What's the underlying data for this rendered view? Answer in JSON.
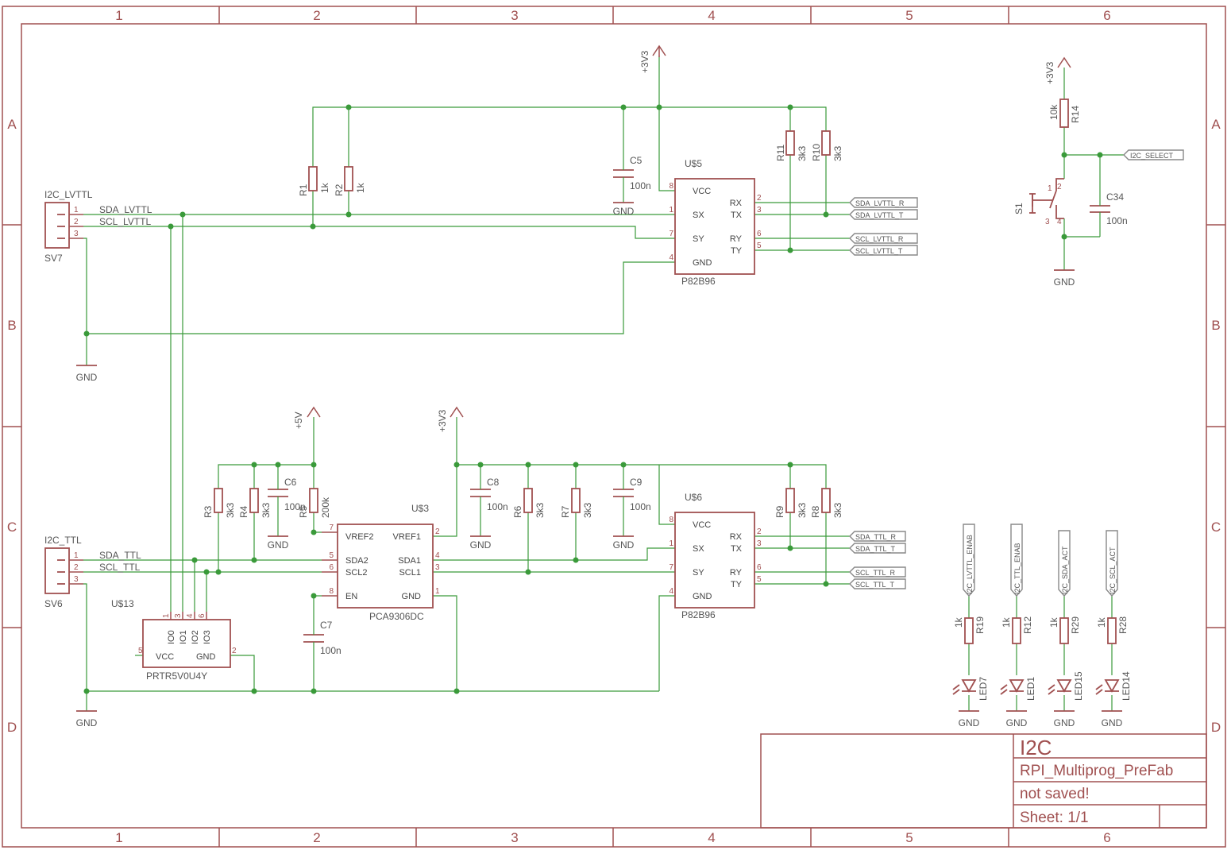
{
  "frame": {
    "cols": [
      "1",
      "2",
      "3",
      "4",
      "5",
      "6"
    ],
    "rows": [
      "A",
      "B",
      "C",
      "D"
    ]
  },
  "title_block": {
    "title": "I2C",
    "project": "RPI_Multiprog_PreFab",
    "status": "not saved!",
    "sheet": "Sheet: 1/1"
  },
  "power": {
    "p3v3": "+3V3",
    "p5v": "+5V",
    "gnd": "GND"
  },
  "connectors": {
    "sv7": {
      "header": "I2C_LVTTL",
      "name": "SV7",
      "pins": [
        "1",
        "2",
        "3"
      ],
      "nets": [
        "SDA_LVTTL",
        "SCL_LVTTL"
      ]
    },
    "sv6": {
      "header": "I2C_TTL",
      "name": "SV6",
      "pins": [
        "1",
        "2",
        "3"
      ],
      "nets": [
        "SDA_TTL",
        "SCL_TTL"
      ]
    }
  },
  "ics": {
    "u5": {
      "name": "U$5",
      "part": "P82B96",
      "left_pins": [
        {
          "n": "8",
          "t": "VCC"
        },
        {
          "n": "1",
          "t": "SX"
        },
        {
          "n": "7",
          "t": "SY"
        },
        {
          "n": "4",
          "t": "GND"
        }
      ],
      "right_pins": [
        {
          "n": "2",
          "t": "RX"
        },
        {
          "n": "3",
          "t": "TX"
        },
        {
          "n": "6",
          "t": "RY"
        },
        {
          "n": "5",
          "t": "TY"
        }
      ]
    },
    "u6": {
      "name": "U$6",
      "part": "P82B96",
      "left_pins": [
        {
          "n": "8",
          "t": "VCC"
        },
        {
          "n": "1",
          "t": "SX"
        },
        {
          "n": "7",
          "t": "SY"
        },
        {
          "n": "4",
          "t": "GND"
        }
      ],
      "right_pins": [
        {
          "n": "2",
          "t": "RX"
        },
        {
          "n": "3",
          "t": "TX"
        },
        {
          "n": "6",
          "t": "RY"
        },
        {
          "n": "5",
          "t": "TY"
        }
      ]
    },
    "u3": {
      "name": "U$3",
      "part": "PCA9306DC",
      "left_pins": [
        {
          "n": "7",
          "t": "VREF2"
        },
        {
          "n": "5",
          "t": "SDA2"
        },
        {
          "n": "6",
          "t": "SCL2"
        },
        {
          "n": "8",
          "t": "EN"
        }
      ],
      "right_pins": [
        {
          "n": "2",
          "t": "VREF1"
        },
        {
          "n": "4",
          "t": "SDA1"
        },
        {
          "n": "3",
          "t": "SCL1"
        },
        {
          "n": "1",
          "t": "GND"
        }
      ]
    },
    "u13": {
      "name": "U$13",
      "part": "PRTR5V0U4Y",
      "top_pins": [
        {
          "n": "1",
          "t": "IO0"
        },
        {
          "n": "3",
          "t": "IO1"
        },
        {
          "n": "4",
          "t": "IO2"
        },
        {
          "n": "6",
          "t": "IO3"
        }
      ],
      "side": {
        "vcc": "VCC",
        "gnd": "GND",
        "vcc_n": "5",
        "gnd_n": "2"
      }
    }
  },
  "resistors": {
    "r1": {
      "name": "R1",
      "value": "1k"
    },
    "r2": {
      "name": "R2",
      "value": "1k"
    },
    "r11": {
      "name": "R11",
      "value": "3k3"
    },
    "r10": {
      "name": "R10",
      "value": "3k3"
    },
    "r3": {
      "name": "R3",
      "value": "3k3"
    },
    "r4": {
      "name": "R4",
      "value": "3k3"
    },
    "r5": {
      "name": "R5",
      "value": "200k"
    },
    "r6": {
      "name": "R6",
      "value": "3k3"
    },
    "r7": {
      "name": "R7",
      "value": "3k3"
    },
    "r9": {
      "name": "R9",
      "value": "3k3"
    },
    "r8": {
      "name": "R8",
      "value": "3k3"
    },
    "r14": {
      "name": "R14",
      "value": "10k"
    },
    "r19": {
      "name": "R19",
      "value": "1k"
    },
    "r12": {
      "name": "R12",
      "value": "1k"
    },
    "r29": {
      "name": "R29",
      "value": "1k"
    },
    "r28": {
      "name": "R28",
      "value": "1k"
    }
  },
  "capacitors": {
    "c5": {
      "name": "C5",
      "value": "100n"
    },
    "c6": {
      "name": "C6",
      "value": "100n"
    },
    "c7": {
      "name": "C7",
      "value": "100n"
    },
    "c8": {
      "name": "C8",
      "value": "100n"
    },
    "c9": {
      "name": "C9",
      "value": "100n"
    },
    "c34": {
      "name": "C34",
      "value": "100n"
    }
  },
  "switch": {
    "name": "S1",
    "pins": [
      "1",
      "2",
      "3",
      "4"
    ]
  },
  "leds": [
    "LED7",
    "LED1",
    "LED15",
    "LED14"
  ],
  "flags": {
    "sda_lvttl_r": "SDA_LVTTL_R",
    "sda_lvttl_t": "SDA_LVTTL_T",
    "scl_lvttl_r": "SCL_LVTTL_R",
    "scl_lvttl_t": "SCL_LVTTL_T",
    "sda_ttl_r": "SDA_TTL_R",
    "sda_ttl_t": "SDA_TTL_T",
    "scl_ttl_r": "SCL_TTL_R",
    "scl_ttl_t": "SCL_TTL_T",
    "i2c_select": "I2C_SELECT",
    "led_lvttl": "I2C_LVTTL_ENAB",
    "led_ttl": "I2C_TTL_ENAB",
    "led_sda": "I2C_SDA_ACT",
    "led_scl": "I2C_SCL_ACT"
  },
  "colors": {
    "frame": "#a05050",
    "wire": "#3a9a3a",
    "text": "#555555"
  }
}
